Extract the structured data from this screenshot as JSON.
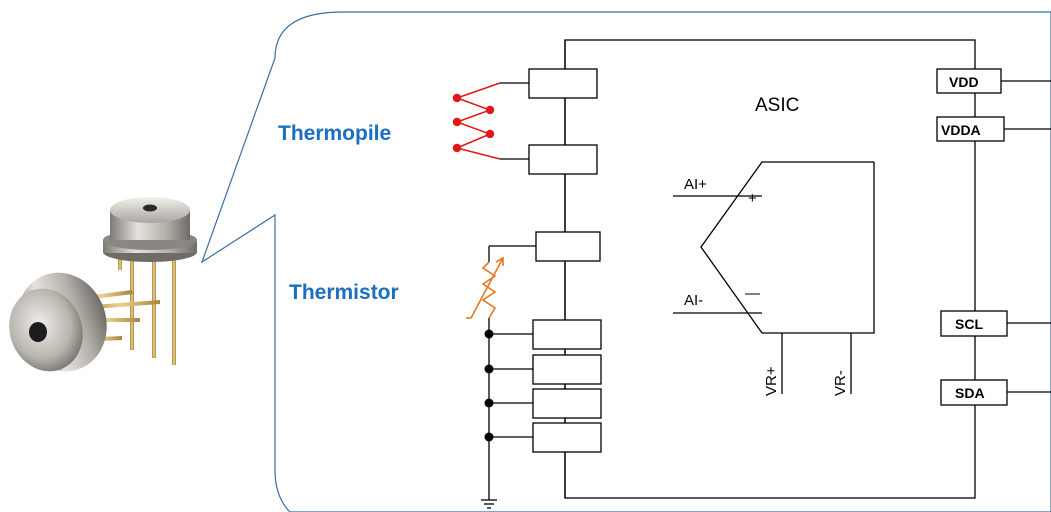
{
  "labels": {
    "thermopile": "Thermopile",
    "thermistor": "Thermistor",
    "asic": "ASIC",
    "ai_plus": "AI+",
    "ai_minus": "AI-",
    "vr_plus": "VR+",
    "vr_minus": "VR-",
    "plus_sign": "+",
    "minus_sign": "—"
  },
  "pins": [
    "VDD",
    "VDDA",
    "SCL",
    "SDA"
  ],
  "colors": {
    "label_blue": "#1a6fc0",
    "thermopile_red": "#e01818",
    "thermistor_orange": "#e87722",
    "callout_outline": "#3a6ea5",
    "sensor_metal": "#b8b4ae"
  },
  "icons": {
    "sensor_photo": "to-can-sensor-pair",
    "thermistor": "variable-resistor-symbol",
    "ground": "ground-symbol"
  }
}
